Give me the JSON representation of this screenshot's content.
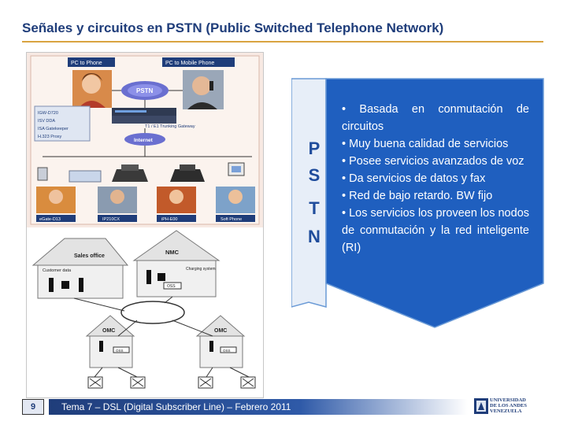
{
  "slide": {
    "title": "Señales y circuitos en PSTN (Public Switched Telephone Network)"
  },
  "diagram": {
    "labels": {
      "pc_to_phone": "PC to Phone",
      "pc_to_mobile": "PC to Mobile Phone",
      "pstn": "PSTN",
      "gw_list": [
        "IGW-D720",
        "ISV DDA",
        "ISA Gatekeeper",
        "H.323 Proxy"
      ],
      "trunking": "T1 / E1 Trunking Gateway",
      "internet": "Internet",
      "devices": [
        "eGate-D13",
        "IP210CX",
        "iPH-E00",
        "Soft Phone"
      ],
      "sales_office": "Sales office",
      "nmc": "NMC",
      "customer_data": "Customer data",
      "charging": "Charging system",
      "omc": "OMC",
      "oss": "OSS"
    }
  },
  "sidebar": {
    "letters": [
      "P",
      "S",
      "T",
      "N"
    ]
  },
  "bullets": [
    "• Basada en conmutación de circuitos",
    "• Muy buena calidad de servicios",
    "• Posee servicios avanzados de voz",
    "• Da servicios de datos y fax",
    "• Red de bajo retardo. BW fijo",
    "• Los servicios los proveen los nodos de conmutación y la red inteligente (RI)"
  ],
  "footer": {
    "page_number": "9",
    "text": "Tema 7 – DSL (Digital Subscriber Line) – Febrero 2011",
    "logo_lines": [
      "UNIVERSIDAD",
      "DE LOS ANDES",
      "VENEZUELA"
    ]
  },
  "colors": {
    "title": "#1f3d7a",
    "rule": "#d9a441",
    "arrow_fill": "#1f5fbf",
    "arrow_border": "#6a9ad6"
  }
}
